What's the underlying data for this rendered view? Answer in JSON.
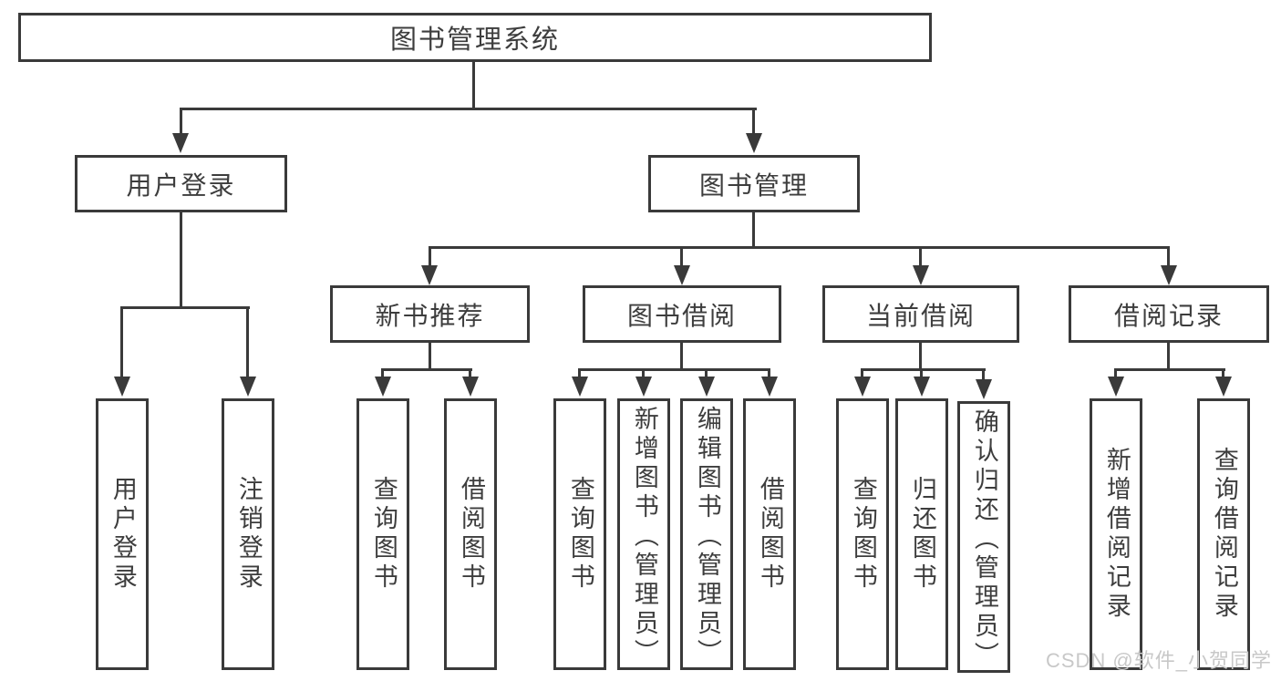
{
  "diagram": {
    "root": {
      "label": "图书管理系统"
    },
    "level2": [
      {
        "label": "用户登录"
      },
      {
        "label": "图书管理"
      }
    ],
    "level3": [
      {
        "label": "新书推荐"
      },
      {
        "label": "图书借阅"
      },
      {
        "label": "当前借阅"
      },
      {
        "label": "借阅记录"
      }
    ],
    "groups": [
      {
        "parent": "用户登录",
        "leaves": [
          {
            "label": "用户登录"
          },
          {
            "label": "注销登录"
          }
        ]
      },
      {
        "parent": "新书推荐",
        "leaves": [
          {
            "label": "查询图书"
          },
          {
            "label": "借阅图书"
          }
        ]
      },
      {
        "parent": "图书借阅",
        "leaves": [
          {
            "label": "查询图书"
          },
          {
            "label": "新增图书（管理员）"
          },
          {
            "label": "编辑图书（管理员）"
          },
          {
            "label": "借阅图书"
          }
        ]
      },
      {
        "parent": "当前借阅",
        "leaves": [
          {
            "label": "查询图书"
          },
          {
            "label": "归还图书"
          },
          {
            "label": "确认归还（管理员）"
          }
        ]
      },
      {
        "parent": "借阅记录",
        "leaves": [
          {
            "label": "新增借阅记录"
          },
          {
            "label": "查询借阅记录"
          }
        ]
      }
    ]
  },
  "watermark": {
    "text": "CSDN @软件_小贺同学"
  },
  "colors": {
    "line": "#3a3a3a",
    "text": "#3d3d3d",
    "watermark": "#c8c8c8",
    "background": "#ffffff"
  }
}
